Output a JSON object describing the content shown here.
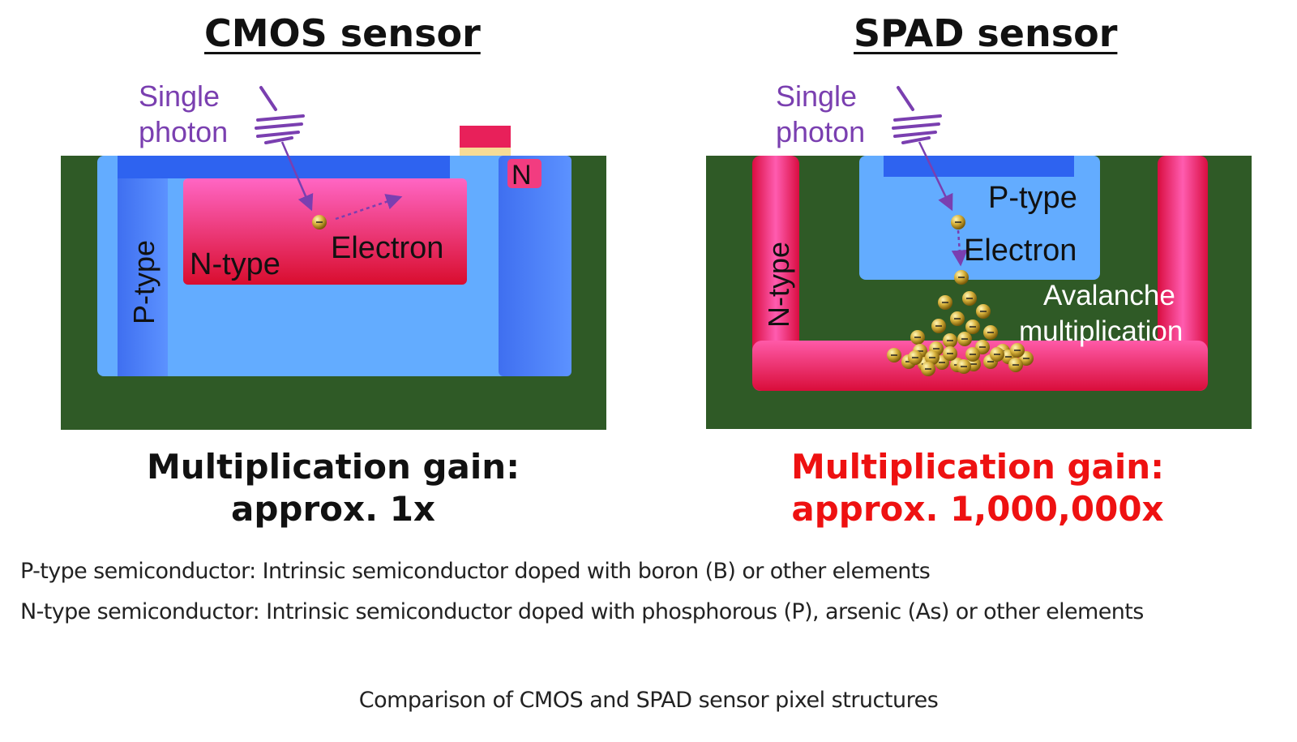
{
  "cmos": {
    "title": "CMOS sensor",
    "photon_label_line1": "Single",
    "photon_label_line2": "photon",
    "p_type_label": "P-type",
    "n_type_label": "N-type",
    "n_label": "N",
    "electron_label": "Electron",
    "gain_line1": "Multiplication gain:",
    "gain_line2": "approx. 1x"
  },
  "spad": {
    "title": "SPAD sensor",
    "photon_label_line1": "Single",
    "photon_label_line2": "photon",
    "p_type_label": "P-type",
    "n_type_label": "N-type",
    "electron_label": "Electron",
    "avalanche_line1": "Avalanche",
    "avalanche_line2": "multiplication",
    "gain_line1": "Multiplication gain:",
    "gain_line2": "approx. 1,000,000x"
  },
  "notes": {
    "p_type": "P-type semiconductor: Intrinsic semiconductor doped with boron (B) or other elements",
    "n_type": "N-type semiconductor: Intrinsic semiconductor doped with phosphorous (P), arsenic (As) or other elements"
  },
  "caption": "Comparison of CMOS and SPAD sensor pixel structures",
  "colors": {
    "substrate": "#2f5a26",
    "p_type": "#63acff",
    "n_type": "#e8205a",
    "photon_purple": "#7a3fb0",
    "gain_highlight": "#ee1111"
  }
}
